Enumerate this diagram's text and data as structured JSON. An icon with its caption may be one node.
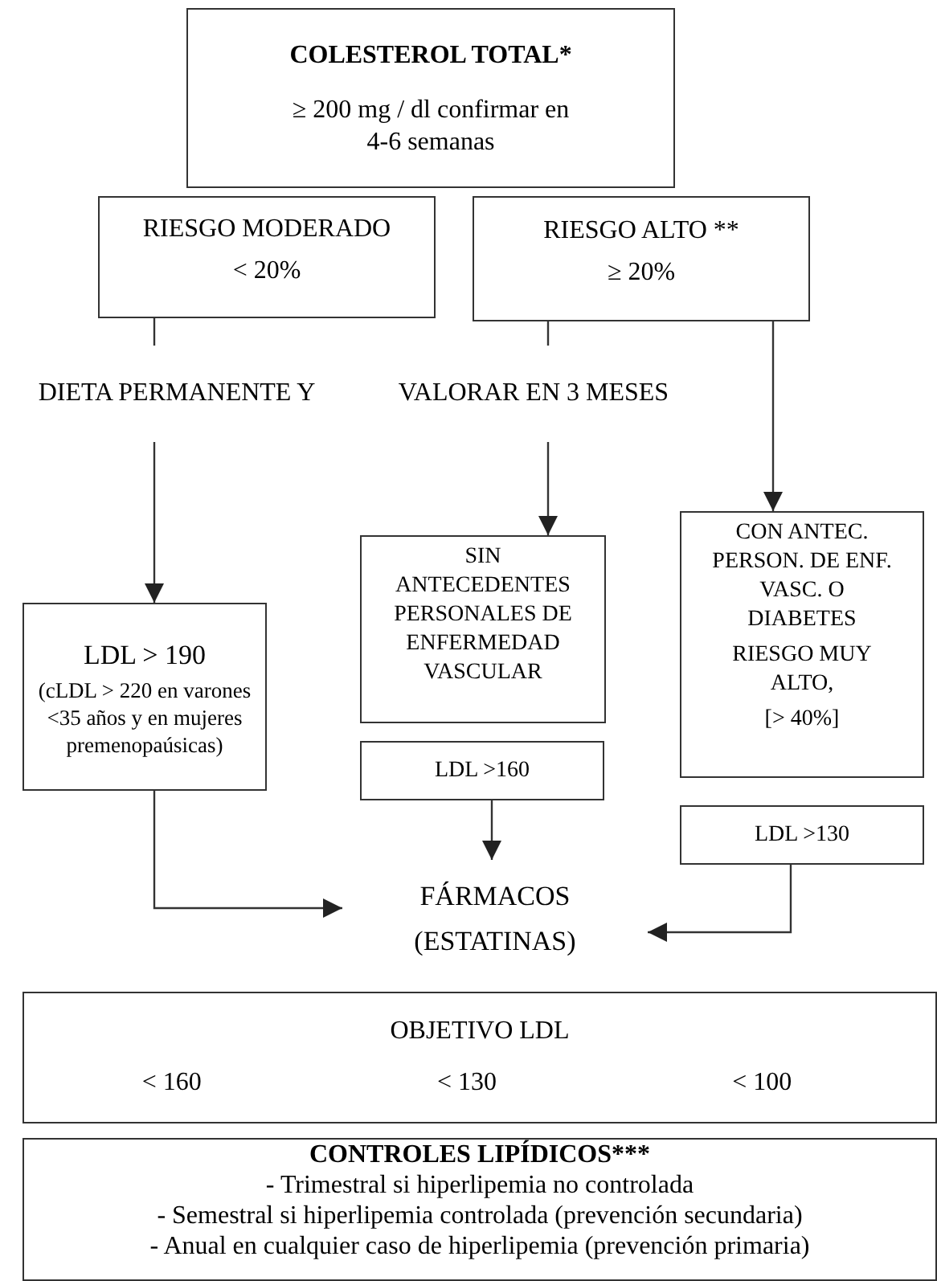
{
  "diagram": {
    "nodes": [
      {
        "text": [
          "COLESTEROL TOTAL*",
          "≥ 200 mg / dl confirmar en 4-6 semanas"
        ]
      },
      {
        "text": [
          "RIESGO MODERADO",
          "< 20%"
        ]
      },
      {
        "text": [
          "RIESGO ALTO **",
          "≥ 20%"
        ]
      },
      {
        "text": [
          "DIETA PERMANENTE Y"
        ]
      },
      {
        "text": [
          "VALORAR EN 3 MESES"
        ]
      },
      {
        "text": [
          "SIN ANTECEDENTES PERSONALES DE ENFERMEDAD VASCULAR"
        ]
      },
      {
        "text": [
          "CON ANTEC. PERSON. DE ENF. VASC. O DIABETES",
          "RIESGO MUY ALTO,",
          "[> 40%]"
        ]
      },
      {
        "text": [
          "LDL > 190",
          "(cLDL > 220 en varones <35 años y en mujeres premenopaúsicas)"
        ]
      },
      {
        "text": [
          "LDL >160"
        ]
      },
      {
        "text": [
          "LDL >130"
        ]
      },
      {
        "text": [
          "FÁRMACOS (ESTATINAS)"
        ]
      },
      {
        "text": [
          "OBJETIVO LDL",
          "< 160",
          "< 130",
          "< 100"
        ]
      },
      {
        "text": [
          "CONTROLES LIPÍDICOS***",
          "- Trimestral si hiperlipemia no controlada",
          "- Semestral si hiperlipemia controlada (prevención secundaria)",
          "- Anual en cualquier caso de hiperlipemia (prevención primaria)"
        ]
      }
    ],
    "edges": [
      {
        "from": 1,
        "to": 3,
        "arrow": "none"
      },
      {
        "from": 3,
        "to": 7,
        "arrow": "to"
      },
      {
        "from": 2,
        "to": 4,
        "arrow": "none"
      },
      {
        "from": 4,
        "to": 5,
        "arrow": "to"
      },
      {
        "from": 2,
        "to": 6,
        "arrow": "to"
      },
      {
        "from": 7,
        "to": 10,
        "arrow": "to"
      },
      {
        "from": 8,
        "to": 10,
        "arrow": "to"
      },
      {
        "from": 9,
        "to": 10,
        "arrow": "to"
      }
    ]
  }
}
